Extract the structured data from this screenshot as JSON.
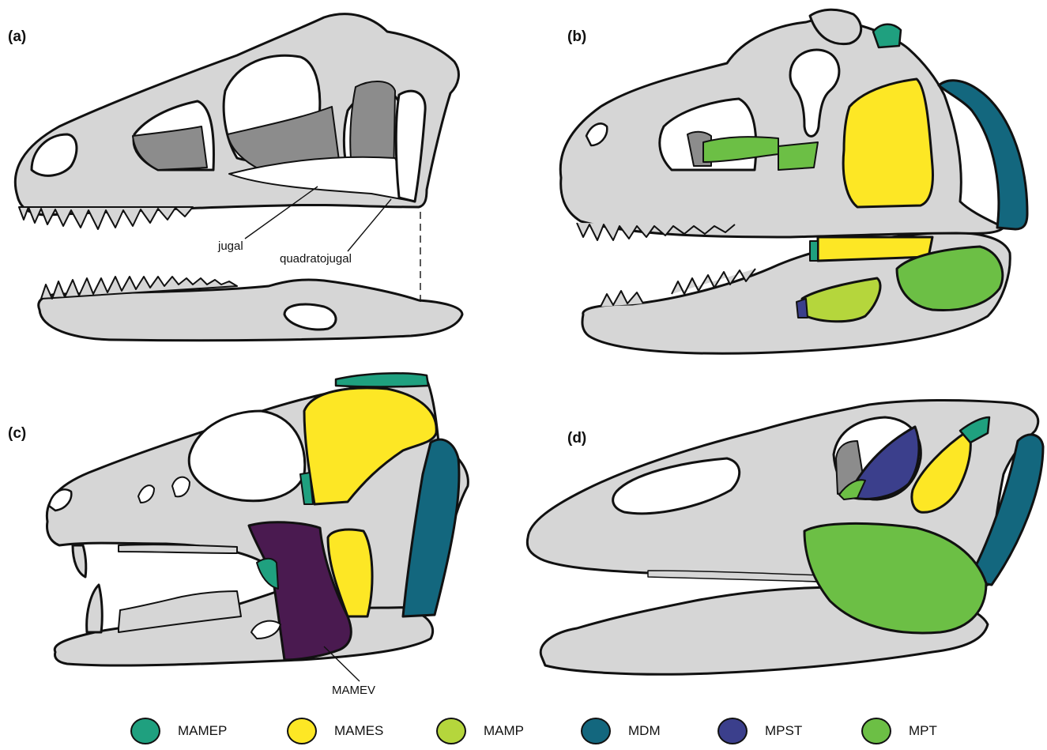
{
  "panels": [
    {
      "label": "(a)"
    },
    {
      "label": "(b)"
    },
    {
      "label": "(c)"
    },
    {
      "label": "(d)"
    }
  ],
  "annotations": {
    "jugal": "jugal",
    "quadratojugal": "quadratojugal",
    "mamev": "MAMEV"
  },
  "colors": {
    "bone": "#d6d6d6",
    "outline": "#111111",
    "fenestra": "#ffffff",
    "dark_grey": "#8c8c8c",
    "MAMEP": "#1fa07f",
    "MAMES": "#fde725",
    "MAMP": "#b5d63c",
    "MDM": "#13677e",
    "MPST": "#3b3f8c",
    "MPT": "#6cbf45",
    "MAMEV": "#4a1a50"
  },
  "legend": [
    {
      "label": "MAMEP",
      "color": "#1fa07f"
    },
    {
      "label": "MAMES",
      "color": "#fde725"
    },
    {
      "label": "MAMP",
      "color": "#b5d63c"
    },
    {
      "label": "MDM",
      "color": "#13677e"
    },
    {
      "label": "MPST",
      "color": "#3b3f8c"
    },
    {
      "label": "MPT",
      "color": "#6cbf45"
    }
  ]
}
